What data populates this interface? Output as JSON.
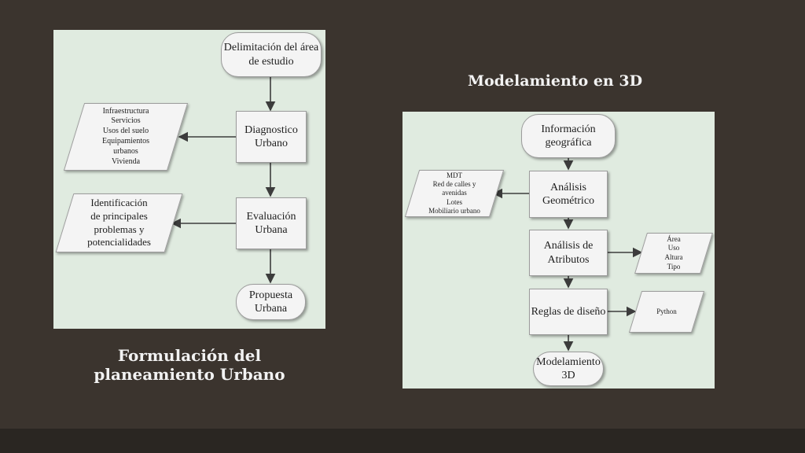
{
  "headings": {
    "left": [
      "Formulación del",
      "planeamiento Urbano"
    ],
    "right": "Modelamiento en 3D"
  },
  "left_flow": {
    "delimitacion": [
      "Delimitación del área",
      "de estudio"
    ],
    "diagnostico": [
      "Diagnostico",
      "Urbano"
    ],
    "evaluacion": [
      "Evaluación",
      "Urbana"
    ],
    "propuesta": [
      "Propuesta",
      "Urbana"
    ],
    "infraestructura": [
      "Infraestructura",
      "Servicios",
      "Usos del suelo",
      "Equipamientos",
      "urbanos",
      "Vivienda"
    ],
    "identificacion": [
      "Identificación",
      "de principales",
      "problemas y",
      "potencialidades"
    ]
  },
  "right_flow": {
    "informacion": [
      "Información",
      "geográfica"
    ],
    "analisis_geometrico": [
      "Análisis",
      "Geométrico"
    ],
    "analisis_atributos": [
      "Análisis de",
      "Atributos"
    ],
    "reglas": [
      "Reglas de diseño"
    ],
    "modelamiento": [
      "Modelamiento",
      "3D"
    ],
    "mdt": [
      "MDT",
      "Red de calles y",
      "avenidas",
      "Lotes",
      "Mobiliario urbano"
    ],
    "area": [
      "Área",
      "Uso",
      "Altura",
      "Tipo"
    ],
    "python": [
      "Python"
    ]
  },
  "colors": {
    "background": "#3b342e",
    "panel": "#e0ebe0",
    "node_fill": "#f4f4f4",
    "arrow": "#3c3c3c",
    "heading_text": "#f2f2f2"
  }
}
